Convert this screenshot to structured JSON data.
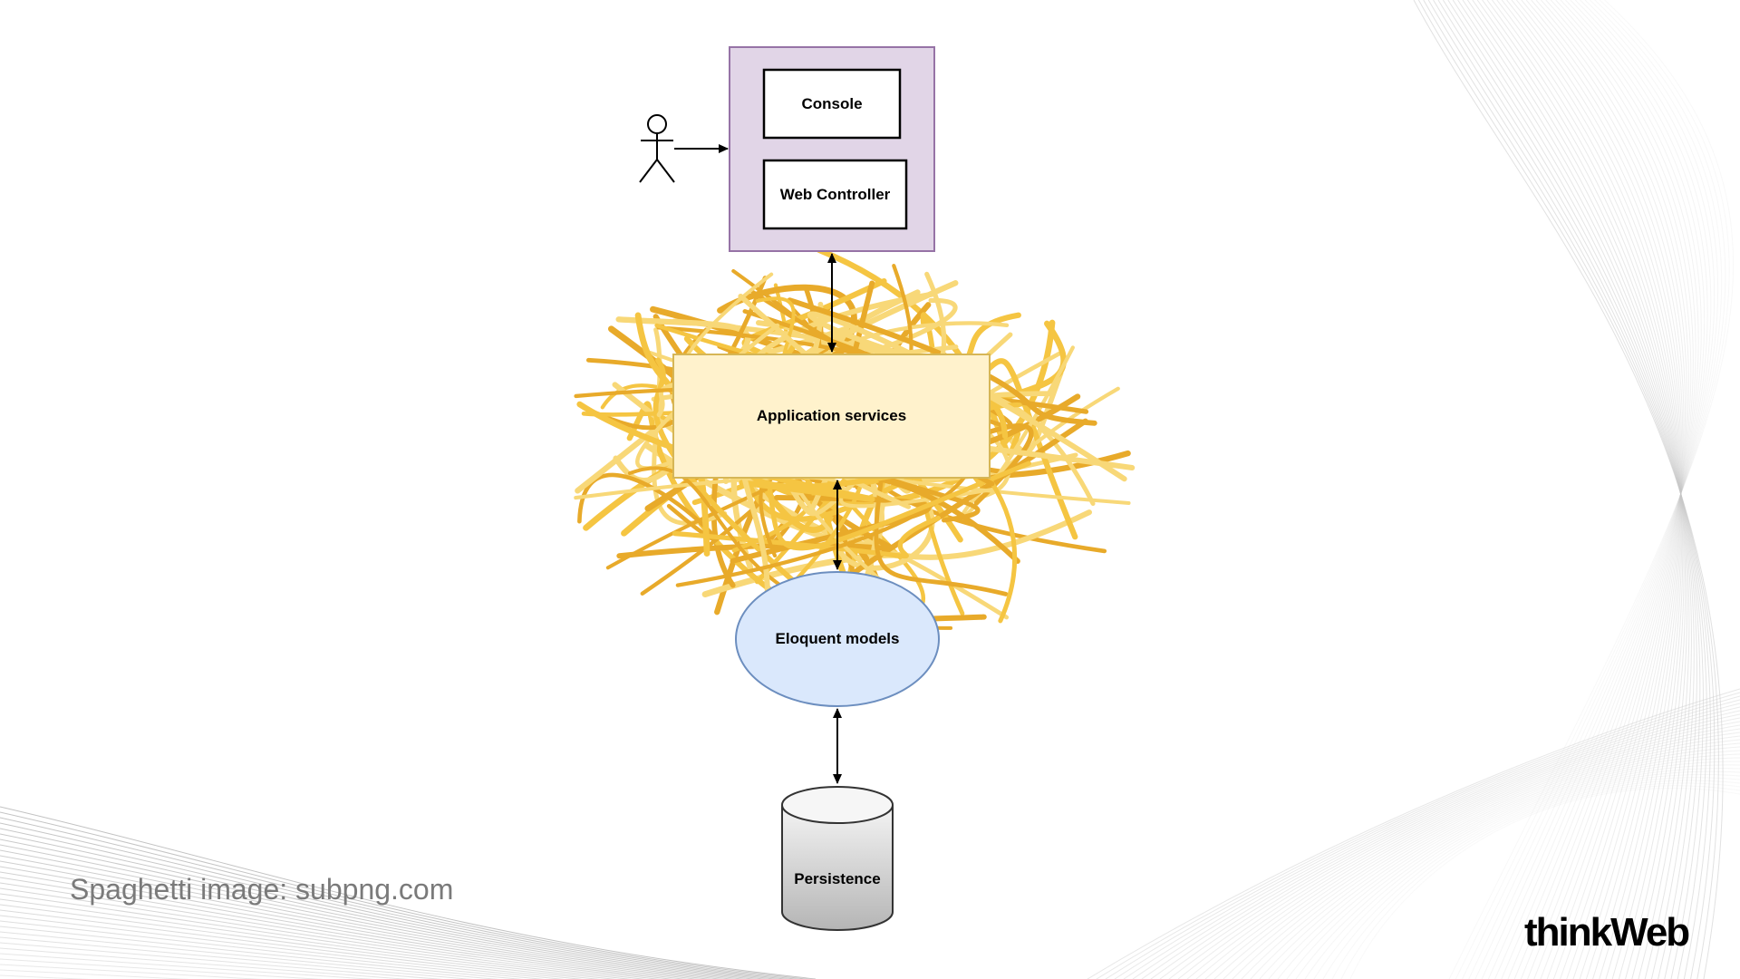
{
  "diagram": {
    "nodes": {
      "console": "Console",
      "web_controller": "Web Controller",
      "application_services": "Application services",
      "eloquent_models": "Eloquent models",
      "persistence": "Persistence"
    },
    "edges": [
      {
        "from": "actor",
        "to": "ui-container",
        "direction": "forward"
      },
      {
        "from": "ui-container",
        "to": "application_services",
        "direction": "both"
      },
      {
        "from": "application_services",
        "to": "eloquent_models",
        "direction": "both"
      },
      {
        "from": "eloquent_models",
        "to": "persistence",
        "direction": "both"
      }
    ],
    "colors": {
      "ui_container_fill": "#e1d5e7",
      "ui_container_stroke": "#9673a6",
      "app_services_fill": "#fff2cc",
      "app_services_stroke": "#d6b656",
      "models_fill": "#dae8fc",
      "models_stroke": "#6c8ebf",
      "spaghetti": "#f5c542"
    }
  },
  "caption": "Spaghetti image: subpng.com",
  "logo": "thinkWeb"
}
